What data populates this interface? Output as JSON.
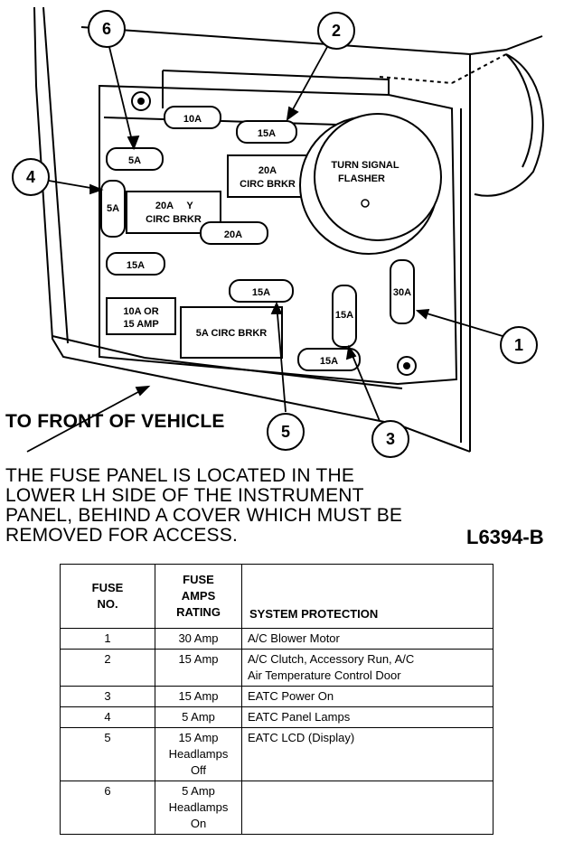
{
  "diagram": {
    "callouts": [
      "1",
      "2",
      "3",
      "4",
      "5",
      "6"
    ],
    "fuse_labels": {
      "f10a": "10A",
      "f15a_top": "15A",
      "f5a_top": "5A",
      "f5a_left": "5A",
      "brkr20_right_1": "20A",
      "brkr20_right_2": "CIRC BRKR",
      "brkr20_left_1": "20A",
      "brkr20_left_y": "Y",
      "brkr20_left_2": "CIRC BRKR",
      "f20a": "20A",
      "f15a_left": "15A",
      "f15a_mid": "15A",
      "f15a_vert": "15A",
      "f30a": "30A",
      "f10a_or_1": "10A OR",
      "f10a_or_2": "15 AMP",
      "brkr5a": "5A CIRC BRKR",
      "f15a_bottom": "15A",
      "flasher_1": "TURN SIGNAL",
      "flasher_2": "FLASHER"
    }
  },
  "front_label": "TO FRONT OF VEHICLE",
  "note": "THE FUSE PANEL IS LOCATED IN THE\nLOWER LH SIDE OF THE INSTRUMENT\nPANEL, BEHIND A COVER WHICH MUST BE\nREMOVED FOR ACCESS.",
  "code": "L6394-B",
  "table": {
    "headers": {
      "fuse_no": "FUSE\nNO.",
      "amps": "FUSE\nAMPS\nRATING",
      "system": "SYSTEM PROTECTION"
    },
    "rows": [
      {
        "no": "1",
        "amps": "30 Amp",
        "system": "A/C Blower Motor"
      },
      {
        "no": "2",
        "amps": "15 Amp",
        "system": "A/C Clutch, Accessory Run, A/C\nAir Temperature Control Door"
      },
      {
        "no": "3",
        "amps": "15 Amp",
        "system": "EATC Power On"
      },
      {
        "no": "4",
        "amps": "5 Amp",
        "system": "EATC Panel Lamps"
      },
      {
        "no": "5",
        "amps": "15 Amp\nHeadlamps\nOff",
        "system": "EATC LCD (Display)"
      },
      {
        "no": "6",
        "amps": "5 Amp\nHeadlamps\nOn",
        "system": ""
      }
    ]
  }
}
